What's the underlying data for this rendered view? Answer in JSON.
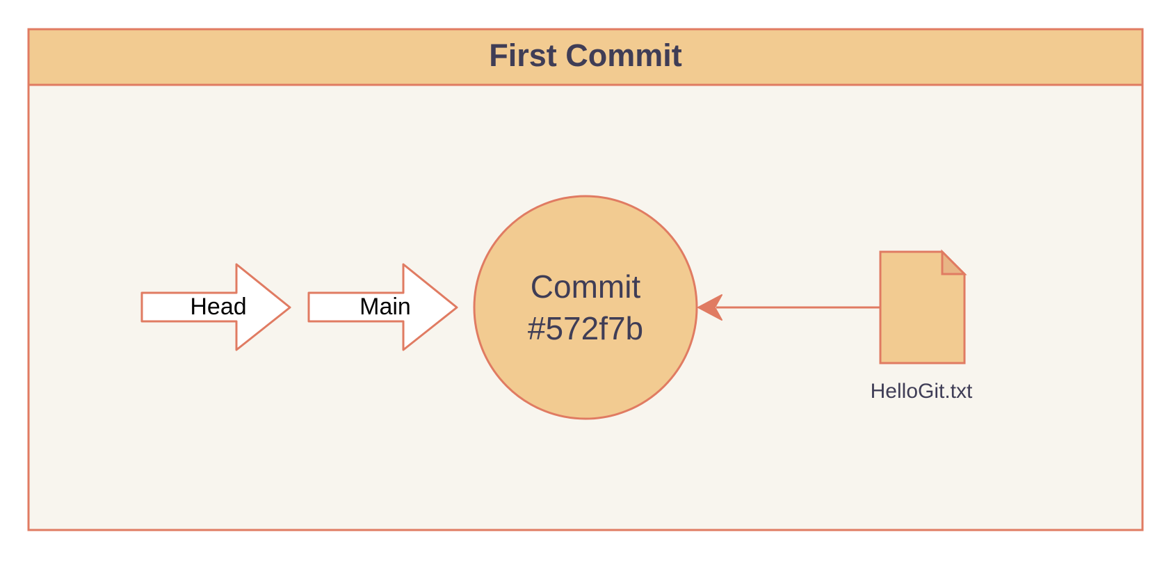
{
  "colors": {
    "stroke": "#e07b62",
    "header_fill": "#f2cb91",
    "body_fill": "#f8f5ee",
    "node_fill": "#f2cb91",
    "arrow_fill": "#ffffff",
    "text_dark": "#3f3d56",
    "file_fold": "#e8b585"
  },
  "diagram": {
    "title": "First Commit",
    "pointers": [
      {
        "label": "Head"
      },
      {
        "label": "Main"
      }
    ],
    "commit": {
      "line1": "Commit",
      "line2": "#572f7b"
    },
    "file": {
      "icon": "file-icon",
      "name": "HelloGit.txt"
    }
  }
}
